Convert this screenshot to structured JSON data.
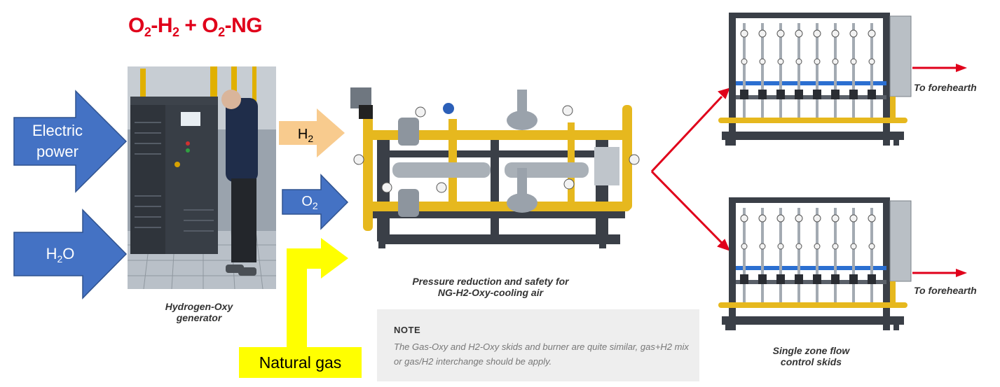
{
  "title": {
    "parts": [
      "O",
      "2",
      "-H",
      "2",
      " + O",
      "2",
      "-NG"
    ]
  },
  "inputs": {
    "electric_power_line1": "Electric",
    "electric_power_line2": "power",
    "water_main": "H",
    "water_sub": "2",
    "water_tail": "O",
    "h2_main": "H",
    "h2_sub": "2",
    "o2_main": "O",
    "o2_sub": "2",
    "natural_gas": "Natural gas"
  },
  "captions": {
    "generator_line1": "Hydrogen-Oxy",
    "generator_line2": "generator",
    "skid_line1": "Pressure reduction and safety for",
    "skid_line2": "NG-H2-Oxy-cooling air",
    "flow_line1": "Single zone flow",
    "flow_line2": "control skids"
  },
  "outputs": {
    "top": "To forehearth",
    "bottom": "To forehearth"
  },
  "note": {
    "title": "NOTE",
    "text": "The Gas-Oxy and H2-Oxy skids and burner are quite similar, gas+H2 mix or gas/H2 interchange should be apply."
  },
  "colors": {
    "blue_arrow": "#4472c4",
    "blue_arrow_stroke": "#2f528f",
    "orange_arrow": "#f8cb8e",
    "yellow_arrow": "#ffff00",
    "red_title": "#e0001a",
    "red_arrow": "#e0001a",
    "pipe_yellow": "#e6b81e",
    "frame_dark": "#3a3f47"
  },
  "icons": [
    "electric-power-arrow",
    "water-arrow",
    "h2-arrow",
    "o2-arrow",
    "natural-gas-bent-arrow",
    "red-branch-arrows",
    "red-output-arrow"
  ]
}
